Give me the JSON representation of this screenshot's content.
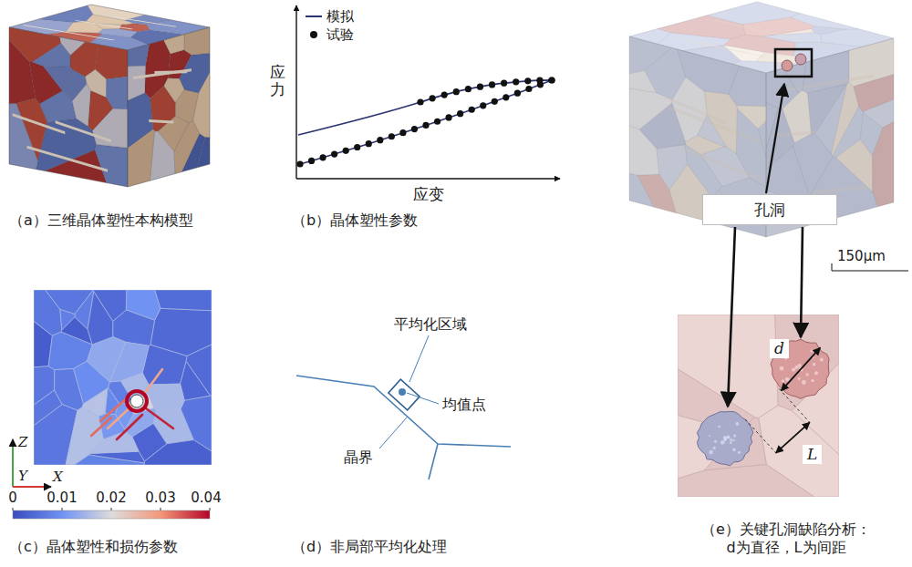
{
  "diagram": {
    "nodes": [
      {
        "text": [
          "孔洞"
        ]
      }
    ],
    "labels": [
      "（a）三维晶体塑性本构模型",
      "应力",
      "应变",
      "（b）晶体塑性参数",
      "150μm",
      "d",
      "L",
      "（e）关键孔洞缺陷分析： d为直径，L为间距",
      "Z",
      "Y",
      "X",
      "0",
      "0.01",
      "0.02",
      "0.03",
      "0.04",
      "（c）晶体塑性和损伤参数",
      "平均化区域",
      "均值点",
      "晶界",
      "（d）非局部平均化处理"
    ],
    "legend": [
      {
        "text": "模拟"
      },
      {
        "text": "试验"
      }
    ]
  }
}
